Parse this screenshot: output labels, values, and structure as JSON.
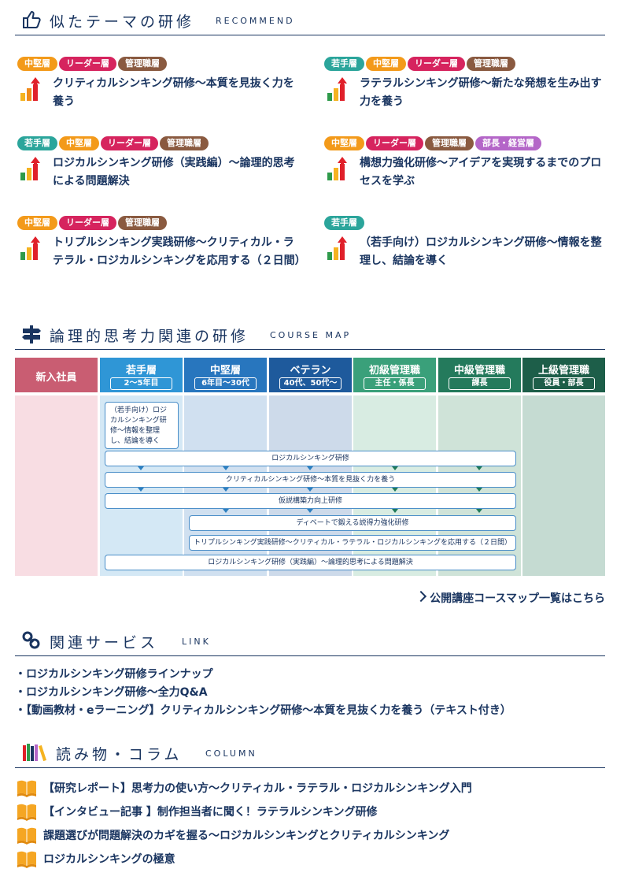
{
  "recommend": {
    "title": "似たテーマの研修",
    "en": "RECOMMEND",
    "items": [
      {
        "tags": [
          "中堅層",
          "リーダー層",
          "管理職層"
        ],
        "title": "クリティカルシンキング研修～本質を見抜く力を養う"
      },
      {
        "tags": [
          "若手層",
          "中堅層",
          "リーダー層",
          "管理職層"
        ],
        "title": "ラテラルシンキング研修～新たな発想を生み出す力を養う"
      },
      {
        "tags": [
          "若手層",
          "中堅層",
          "リーダー層",
          "管理職層"
        ],
        "title": "ロジカルシンキング研修（実践編）～論理的思考による問題解決"
      },
      {
        "tags": [
          "中堅層",
          "リーダー層",
          "管理職層",
          "部長・経営層"
        ],
        "title": "構想力強化研修～アイデアを実現するまでのプロセスを学ぶ"
      },
      {
        "tags": [
          "中堅層",
          "リーダー層",
          "管理職層"
        ],
        "title": "トリプルシンキング実践研修～クリティカル・ラテラル・ロジカルシンキングを応用する（２日間）"
      },
      {
        "tags": [
          "若手層"
        ],
        "title": "（若手向け）ロジカルシンキング研修～情報を整理し、結論を導く"
      }
    ]
  },
  "coursemap": {
    "title": "論理的思考力関連の研修",
    "en": "COURSE MAP",
    "columns": [
      {
        "name": "新入社員",
        "sub": "",
        "color": "#c95d72",
        "bg": "#f8dde3"
      },
      {
        "name": "若手層",
        "sub": "2～5年目",
        "color": "#2f96d6",
        "bg": "#d4e8f5"
      },
      {
        "name": "中堅層",
        "sub": "6年目～30代",
        "color": "#2876be",
        "bg": "#d0e0f0"
      },
      {
        "name": "ベテラン",
        "sub": "40代、50代～",
        "color": "#1e5a9c",
        "bg": "#cddaea"
      },
      {
        "name": "初級管理職",
        "sub": "主任・係長",
        "color": "#3aa07a",
        "bg": "#d8ece2"
      },
      {
        "name": "中級管理職",
        "sub": "課長",
        "color": "#247a5c",
        "bg": "#cfe3d8"
      },
      {
        "name": "上級管理職",
        "sub": "役員・部長",
        "color": "#1d5e49",
        "bg": "#c5dbd2"
      }
    ],
    "courses": [
      "（若手向け）ロジカルシンキング研修～情報を整理し、結論を導く",
      "ロジカルシンキング研修",
      "クリティカルシンキング研修～本質を見抜く力を養う",
      "仮説構築力向上研修",
      "ディベートで鍛える説得力強化研修",
      "トリプルシンキング実践研修～クリティカル・ラテラル・ロジカルシンキングを応用する（２日間）",
      "ロジカルシンキング研修（実践編）～論理的思考による問題解決"
    ],
    "link_label": "公開講座コースマップ一覧はこちら"
  },
  "services": {
    "title": "関連サービス",
    "en": "LINK",
    "items": [
      "・ロジカルシンキング研修ラインナップ",
      "・ロジカルシンキング研修～全力Q&A",
      "・【動画教材・eラーニング】クリティカルシンキング研修～本質を見抜く力を養う（テキスト付き）"
    ]
  },
  "column": {
    "title": "読み物・コラム",
    "en": "COLUMN",
    "items": [
      "【研究レポート】思考力の使い方～クリティカル・ラテラル・ロジカルシンキング入門",
      "【インタビュー記事 】制作担当者に聞く！ラテラルシンキング研修",
      "課題選びが問題解決のカギを握る～ロジカルシンキングとクリティカルシンキング",
      "ロジカルシンキングの極意"
    ]
  },
  "tag_colors": {
    "若手層": "#2ba59b",
    "中堅層": "#f39a1a",
    "リーダー層": "#d6245e",
    "管理職層": "#8a5a40",
    "部長・経営層": "#b466c8"
  }
}
